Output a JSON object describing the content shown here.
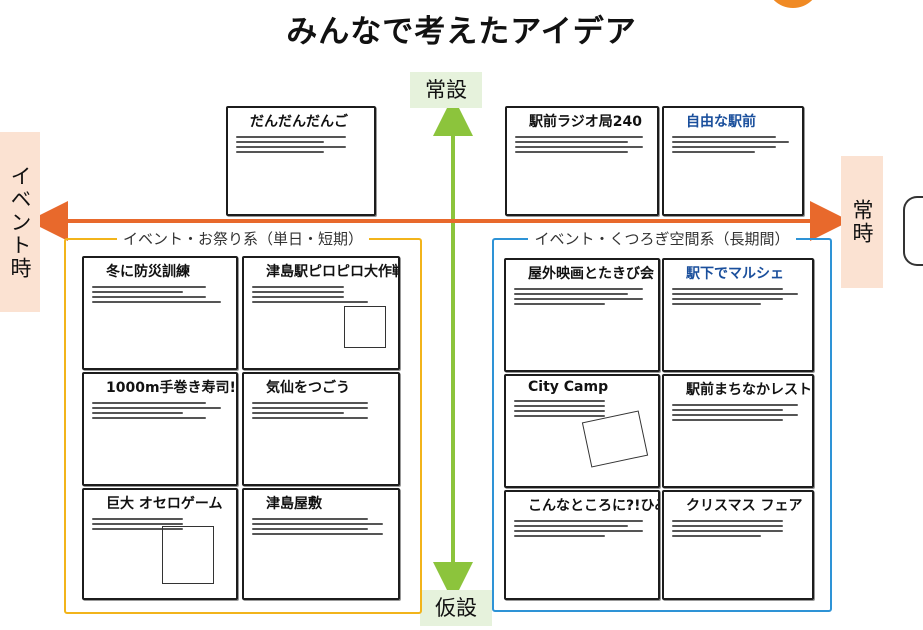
{
  "title": "みんなで考えたアイデア",
  "axes": {
    "top": "常設",
    "bottom": "仮設",
    "left": "イベント時",
    "right": "常時"
  },
  "groups": {
    "left": "イベント・お祭り系（単日・短期）",
    "right": "イベント・くつろぎ空間系（長期間）"
  },
  "colors": {
    "vertical_axis": "#8cc43c",
    "horizontal_axis": "#e8692c",
    "group_left": "#f2b41b",
    "group_right": "#2e93d6",
    "label_vertical_bg": "#e6f2dc",
    "label_horizontal_bg": "#fbe2d2"
  },
  "cards": {
    "top_left": {
      "title": "だんだんだんご"
    },
    "top_mid": {
      "title": "駅前ラジオ局240"
    },
    "top_right": {
      "title": "自由な駅前"
    },
    "l1": {
      "title": "冬に防災訓練"
    },
    "l2": {
      "title": "津島駅ピロピロ大作戦!!"
    },
    "l3": {
      "title": "1000m手巻き寿司!!"
    },
    "l4": {
      "title": "気仙をつごう"
    },
    "l5": {
      "title": "巨大 オセロゲーム"
    },
    "l6": {
      "title": "津島屋敷"
    },
    "r1": {
      "title": "屋外映画とたきび会"
    },
    "r2": {
      "title": "駅下でマルシェ"
    },
    "r3": {
      "title": "City Camp"
    },
    "r4": {
      "title": "駅前まちなかレストラン"
    },
    "r5": {
      "title": "こんなところに?!ひみつ基地"
    },
    "r6": {
      "title": "クリスマス フェア"
    }
  },
  "icons": {
    "arrow_vertical": "double-headed-arrow",
    "arrow_horizontal": "double-headed-arrow"
  }
}
